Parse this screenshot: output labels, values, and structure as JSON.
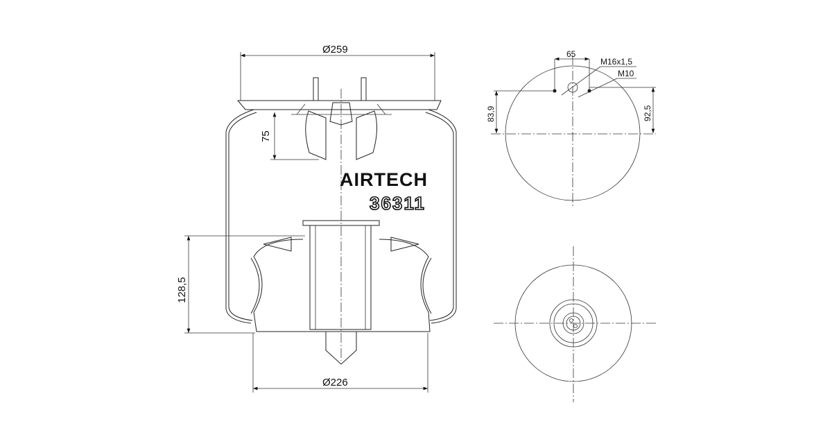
{
  "drawing": {
    "brand": "AIRTECH",
    "part_number": "36311",
    "dimensions": {
      "top_diameter": "Ø259",
      "bottom_diameter": "Ø226",
      "insert_depth": "75",
      "piston_height": "128,5",
      "stud_spacing": "65",
      "thread_center": "M16x1,5",
      "thread_studs": "M10",
      "offset_left": "83,9",
      "offset_right": "92,5"
    }
  }
}
